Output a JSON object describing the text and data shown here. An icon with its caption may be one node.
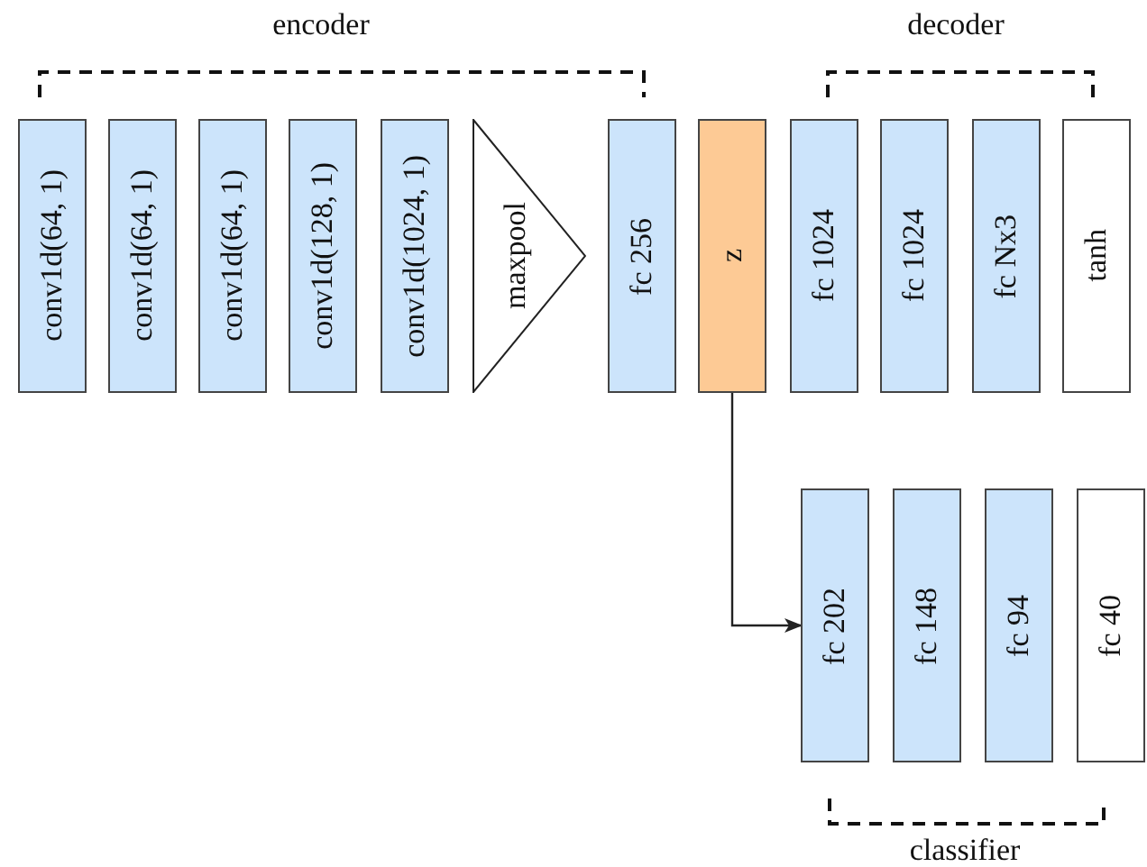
{
  "diagram": {
    "nodes": [
      {
        "text": [
          "conv1d(64, 1)"
        ]
      },
      {
        "text": [
          "conv1d(64, 1)"
        ]
      },
      {
        "text": [
          "conv1d(64, 1)"
        ]
      },
      {
        "text": [
          "conv1d(128, 1)"
        ]
      },
      {
        "text": [
          "conv1d(1024, 1)"
        ]
      },
      {
        "text": [
          "maxpool"
        ]
      },
      {
        "text": [
          "fc 256"
        ]
      },
      {
        "text": [
          "z"
        ]
      },
      {
        "text": [
          "fc 1024"
        ]
      },
      {
        "text": [
          "fc 1024"
        ]
      },
      {
        "text": [
          "fc Nx3"
        ]
      },
      {
        "text": [
          "tanh"
        ]
      },
      {
        "text": [
          "fc 202"
        ]
      },
      {
        "text": [
          "fc 148"
        ]
      },
      {
        "text": [
          "fc 94"
        ]
      },
      {
        "text": [
          "fc 40"
        ]
      }
    ],
    "edges": [
      {
        "from": 7,
        "to": 12,
        "arrow": "to"
      }
    ],
    "labels": [
      "encoder",
      "decoder",
      "classifier"
    ]
  }
}
